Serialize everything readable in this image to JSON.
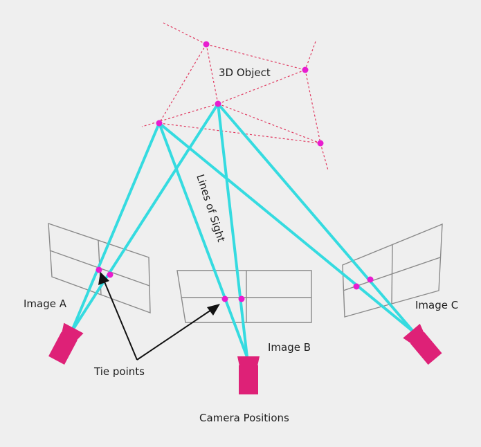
{
  "labels": {
    "object": "3D Object",
    "lines_of_sight": "Lines of Sight",
    "image_a": "Image A",
    "image_b": "Image B",
    "image_c": "Image C",
    "tie_points": "Tie points",
    "camera_positions": "Camera Positions"
  },
  "colors": {
    "background": "#efefef",
    "line_of_sight": "#35dbe0",
    "point": "#e81ccf",
    "camera": "#de2177",
    "object_edges": "#e0385f",
    "image_frame": "#8a8a8a"
  }
}
